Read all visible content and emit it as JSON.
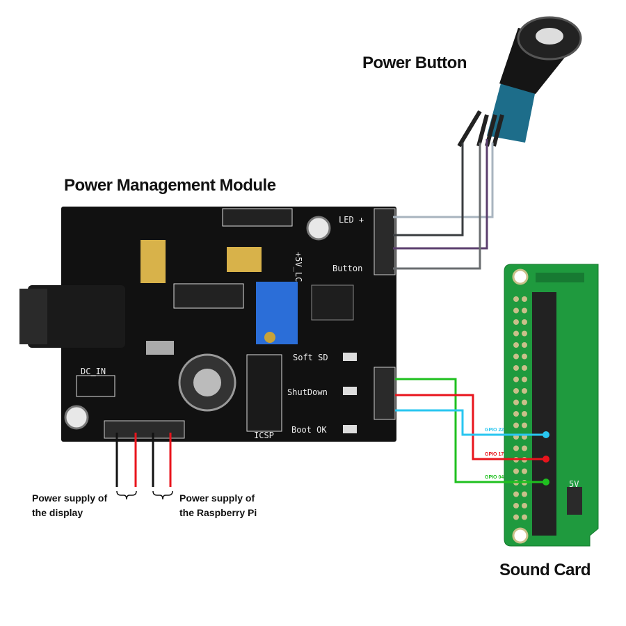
{
  "labels": {
    "power_button": "Power Button",
    "power_module": "Power Management Module",
    "sound_card": "Sound Card",
    "display_supply": [
      "Power supply of",
      "the display"
    ],
    "pi_supply": [
      "Power supply of",
      "the Raspberry Pi"
    ]
  },
  "board_silkscreen": {
    "led": "LED +",
    "button": "Button",
    "soft_sd": "Soft SD",
    "shutdown": "ShutDown",
    "boot_ok": "Boot OK",
    "icsp": "ICSP",
    "vlc": "+5V_LC",
    "dc_in": "DC_IN",
    "five_v": "5V"
  },
  "gpio": [
    {
      "label": "GPIO 22",
      "color": "#29c6f0"
    },
    {
      "label": "GPIO 17",
      "color": "#e8141c"
    },
    {
      "label": "GPIO 04",
      "color": "#1fc01f"
    }
  ],
  "colors": {
    "board": "#111111",
    "sound_card_pcb": "#1f9a3e",
    "wire_led": "#a8b4bf",
    "wire_dark": "#3a3d40",
    "wire_purple": "#5b3f6e",
    "wire_gray": "#6a6d70"
  }
}
